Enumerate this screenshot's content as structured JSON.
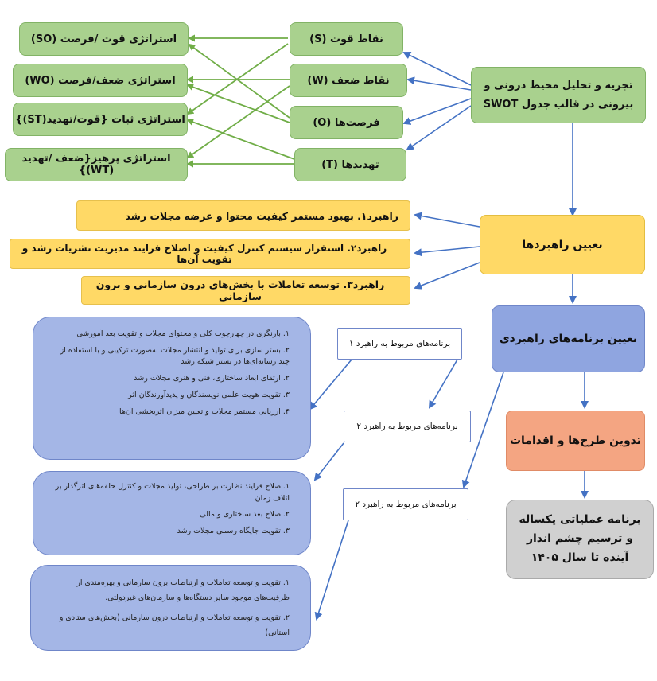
{
  "swot": {
    "analysis": "تجزیه و تحلیل محیط درونی و بیرونی در قالب جدول SWOT",
    "strengths": "نقاط قوت (S)",
    "weaknesses": "نقاط ضعف (W)",
    "opportunities": "فرصت‌ها (O)",
    "threats": "تهدیدها (T)",
    "so": "استراتژی قوت /فرصت (SO)",
    "wo": "استراتژی ضعف/فرصت (WO)",
    "st": "استراتژی ثبات {قوت/تهدید(ST)}",
    "wt": "استراتژی پرهیز{ضعف /تهدید (WT)}"
  },
  "strategies": {
    "title": "تعیین راهبردها",
    "s1": "راهبرد۱. بهبود مستمر کیفیت محتوا و عرضه مجلات رشد",
    "s2": "راهبرد۲. استقرار سیستم کنترل کیفیت و اصلاح فرایند مدیریت نشریات رشد و تقویت آن‌ها",
    "s3": "راهبرد۳. توسعه تعاملات با بخش‌های درون سازمانی و برون سازمانی"
  },
  "programs": {
    "title": "تعیین برنامه‌های راهبردی",
    "label1": "برنامه‌های مربوط به راهبرد ۱",
    "label2": "برنامه‌های مربوط به راهبرد ۲",
    "label3": "برنامه‌های مربوط به راهبرد ۲",
    "list1": [
      "۱.   بازنگری در چهارچوب کلی و محتوای مجلات و تقویت بعد آموزشی",
      "۲. بستر سازی برای تولید و انتشار مجلات به‌صورت ترکیبی و با استفاده از چند رسانه‌ای‌ها در بستر شبکه رشد",
      "۲. ارتقای ابعاد ساختاری، فنی و هنری مجلات رشد",
      "۳.   تقویت هویت علمی نویسندگان و پدیدآورندگان اثر",
      "۴. ارزیابی مستمر مجلات و تعیین میزان اثربخشی آن‌ها"
    ],
    "list2": [
      "۱.اصلاح فرایند نظارت بر طراحی، تولید مجلات و کنترل حلقه‌های اثرگذار بر اتلاف زمان",
      "۲.اصلاح بعد ساختاری و مالی",
      "۳. تقویت جایگاه رسمی مجلات رشد"
    ],
    "list3": [
      "۱. تقویت و توسعه تعاملات و ارتباطات برون سازمانی و بهره‌مندی از ظرفیت‌های موجود سایر دستگاه‌ها و سازمان‌های غیردولتی.",
      "۲. تقویت و توسعه تعاملات و ارتباطات درون سازمانی (بخش‌های ستادی و استانی)"
    ]
  },
  "plans": {
    "title": "تدوین طرح‌ها و اقدامات"
  },
  "operational": {
    "title": "برنامه عملیاتی یکساله و ترسیم چشم انداز آینده تا سال ۱۴۰۵"
  },
  "colors": {
    "green": "#a9d18e",
    "yellow": "#ffd966",
    "blue": "#8fa5e0",
    "salmon": "#f4a582",
    "gray": "#d0d0d0",
    "arrow": "#4472c4",
    "green_line": "#70ad47"
  }
}
